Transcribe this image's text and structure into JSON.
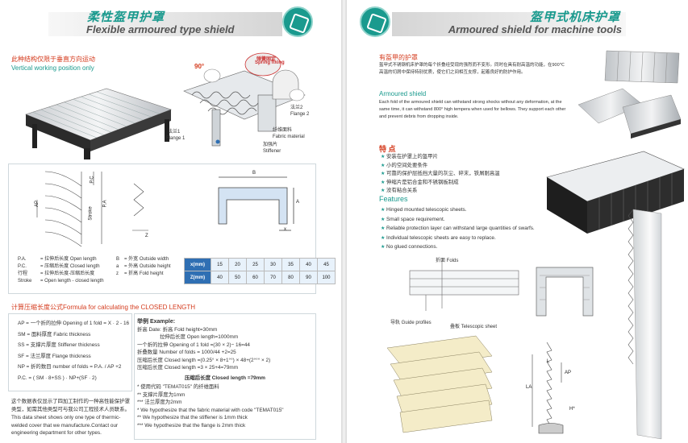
{
  "left": {
    "header": {
      "title_cn": "柔性盔甲护罩",
      "title_en": "Flexible armoured type shield"
    },
    "vertical_note": {
      "cn": "此种结构仅限于垂直方向运动",
      "en": "Vertical working position only"
    },
    "detail_labels": {
      "angle": "90°",
      "spring_cn": "弹簧固定",
      "spring_en": "Spring fixing",
      "flange2_cn": "法兰2",
      "flange2_en": "Flange 2",
      "flange1_cn": "法兰1",
      "flange1_en": "Flange 1",
      "fabric_cn": "纤维面料",
      "fabric_en": "Fabric material",
      "stiff_cn": "加强片",
      "stiff_en": "Stiffener"
    },
    "dims": {
      "ap": "AP",
      "pc": "P.C",
      "pa": "P.A",
      "stroke": "Stroke",
      "b": "B",
      "x": "x",
      "a": "A",
      "z": "Z"
    },
    "legend": [
      {
        "k": "P.A.",
        "v": "= 拉伸后长度 Open length"
      },
      {
        "k": "P.C.",
        "v": "= 压缩后长度 Closed length"
      },
      {
        "k": "行程",
        "v": "= 拉伸后长度-压缩后长度"
      },
      {
        "k": "Stroke",
        "v": "= Open length - closed length"
      }
    ],
    "legend2": [
      {
        "k": "B",
        "v": "= 外宽 Outside width"
      },
      {
        "k": "a",
        "v": "= 外高 Outside height"
      },
      {
        "k": "z",
        "v": "= 折高 Fold height"
      }
    ],
    "ztable": {
      "row1_head": "x(mm)",
      "row1": [
        "15",
        "20",
        "25",
        "30",
        "35",
        "40",
        "45"
      ],
      "row2_head": "Z(mm)",
      "row2": [
        "40",
        "50",
        "60",
        "70",
        "80",
        "90",
        "100"
      ]
    },
    "formula_title": "计算压缩长度公式Formula for calculating the CLOSED LENGTH",
    "formulas": [
      "AP  =  一个折的拉伸 Opening of 1 fold = X · 2 - 16",
      "SM  =  面料厚度 Fabric thickness",
      "SS  =  支撑片厚度 Stiffener thickness",
      "SF  =  法兰厚度 Flange thickness",
      "NP  =  折的数目 number of folds = P.A. / AP +2",
      "P.C. =  ( SM · 8+SS )  · NP+(SF · 2)"
    ],
    "example": {
      "title": "举例 Example:",
      "lines": [
        "折高 Date: 折高 Fold height=30mm",
        "拉伸后长度 Open length=1000mm",
        "一个折的拉伸 Opening of 1 fold =(30 × 2)− 16=44",
        "折叠数量 Number of folds = 1000/44 +2=25",
        "压缩后长度 Closed length =(0.25° × 8+1°°) × 48+(2°°° × 2)",
        "压缩后长度 Closed length =3 × 25+4=79mm"
      ],
      "result": "压缩后长度 Closed length =79mm",
      "notes": [
        "*     使用代码 \"TEMAT015\" 的纤维面料",
        "**   支撑片厚度为1mm",
        "***  法兰厚度为2mm",
        "*     We hypothesize that the fabric material with code \"TEMAT015\"",
        "**   We hypothesize that the stiffener is 1mm thick",
        "***  We hypothesize that the flange is 2mm thick"
      ]
    },
    "bottom_note_cn": "这个数据表仅显示了四加工制作的一种高性能保护罩类型，如需其他类型可与我公司工程技术人员联系。",
    "bottom_note_en": "This data sheet shows only one type of thermic-welded cover that we manufacture.Contact our engineering department for other types."
  },
  "right": {
    "header": {
      "title_cn": "盔甲式机床护罩",
      "title_en": "Armoured shield for machine tools"
    },
    "intro_title_cn": "有盔甲的护罩",
    "intro_cn": "盔甲式不锈钢机床护罩的每个折叠经受现的强烈而不变形。同时在具有耐高温的功能，在900℃高温的切屑中保持特别优质，使它们之间相互支撑，起着良好的防护作用。",
    "intro_title_en": "Armoured shield",
    "intro_en": "Each fold of the armoured shield can withstand strong shocks without any deformation, at the same time, it can withstand 800° high tempera when used for bellows. They support each other and prevent debris from dropping inside.",
    "features_title_cn": "特  点",
    "features_cn": [
      "安装在护罩上的盔甲片",
      "小的空间处要条件",
      "可靠的保护层抵挡大量的灰尘、碎末，铁屑耐高温",
      "伸缩片是铝合金和不锈钢板制成",
      "没有粘合关系"
    ],
    "features_title_en": "Features",
    "features_en": [
      "Hinged mounted telescopic sheets.",
      "Small space requirement.",
      "Reliable protection layer can withstand large quantities of swarfs.",
      "Individual telescopic sheets are easy to replace.",
      "No glued connections."
    ],
    "diagram_labels": {
      "folds_cn": "折面 Folds",
      "guide_cn": "导轨 Guide profiles",
      "tele_cn": "叠板 Telescopic sheet",
      "la": "LA",
      "ap": "AP",
      "l": "L",
      "h": "H*"
    }
  }
}
